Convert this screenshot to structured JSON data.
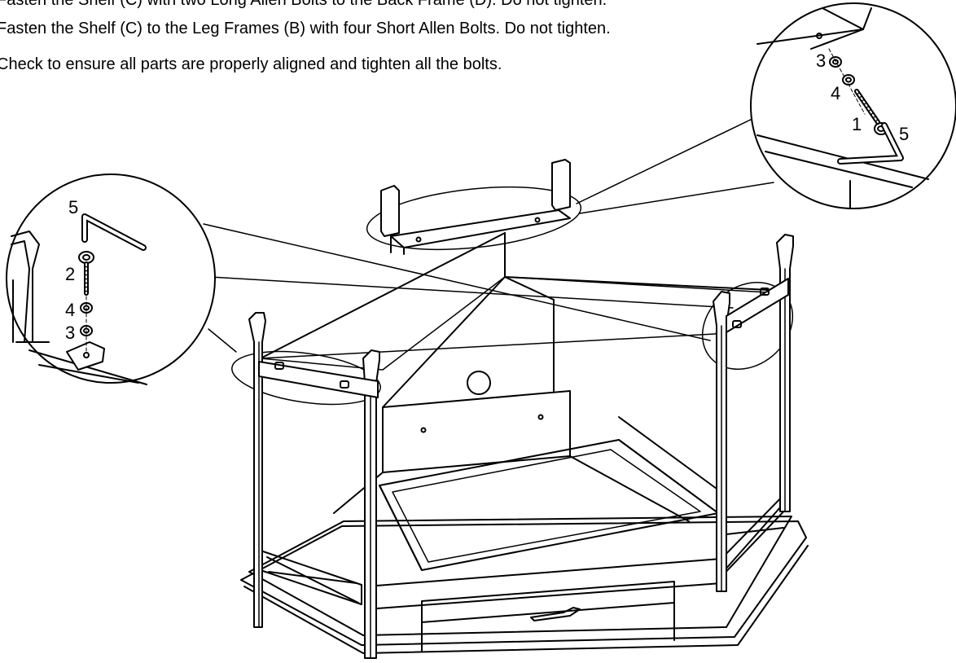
{
  "instructions": [
    "Fasten the Shelf (C) with two Long Allen Bolts to the Back Frame (D). Do not tighten.",
    "Fasten the Shelf (C) to the Leg Frames (B) with four Short Allen Bolts. Do not tighten.",
    "Check to ensure all parts are properly aligned and tighten all the bolts."
  ],
  "callout_right": {
    "labels": [
      "3",
      "4",
      "1",
      "5"
    ]
  },
  "callout_left": {
    "labels": [
      "5",
      "2",
      "4",
      "3"
    ]
  }
}
